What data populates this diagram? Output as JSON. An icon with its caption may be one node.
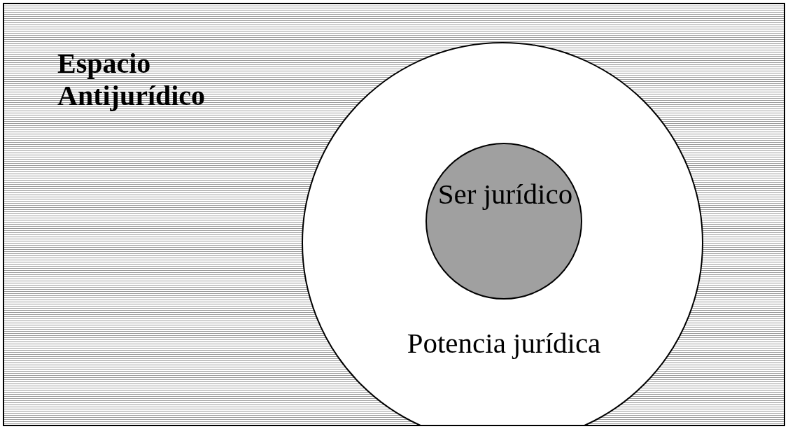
{
  "diagram": {
    "nodes": [
      {
        "text": [
          "Espacio Antijurídico"
        ]
      },
      {
        "text": [
          "Potencia jurídica"
        ],
        "in": 0
      },
      {
        "text": [
          "Ser jurídico"
        ],
        "in": 1
      }
    ]
  }
}
